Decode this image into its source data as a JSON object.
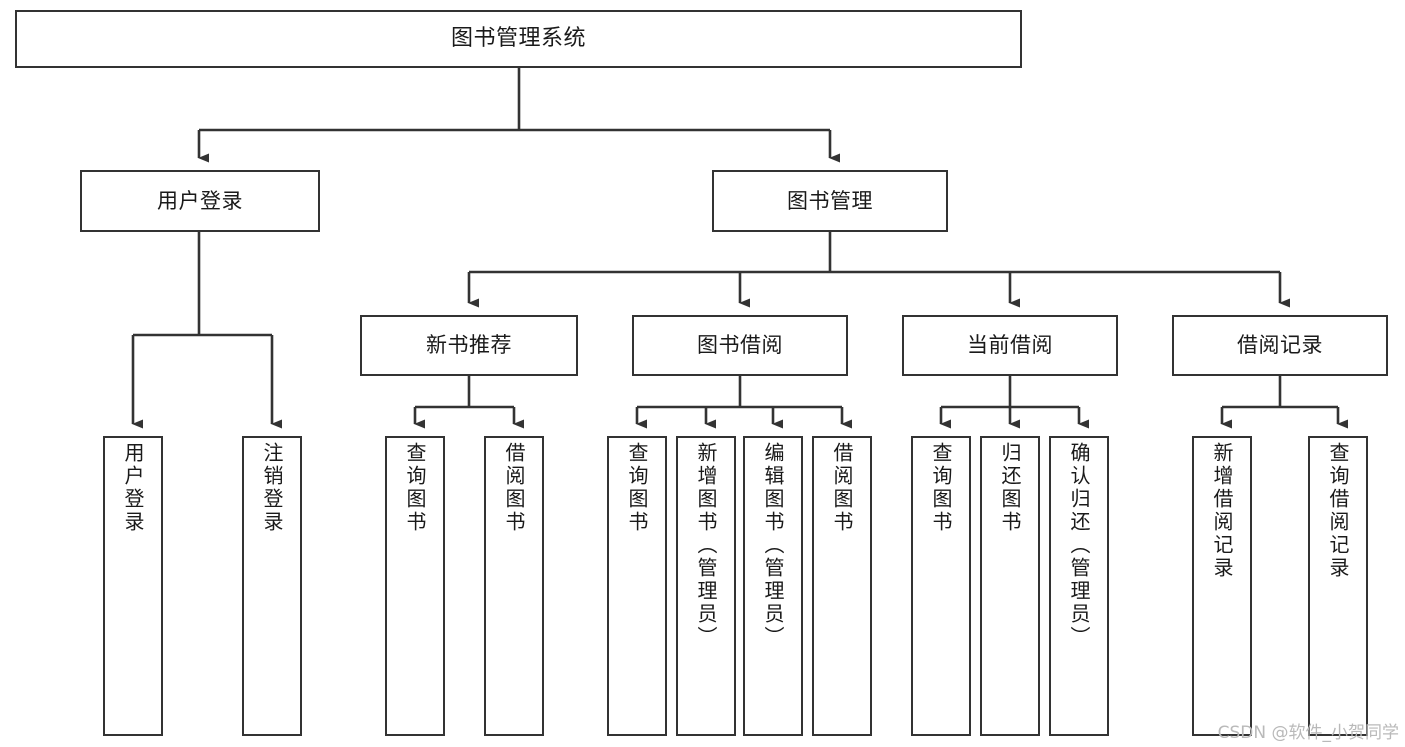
{
  "diagram": {
    "title": "图书管理系统",
    "type": "tree",
    "watermark": "CSDN @软件_小贺同学",
    "colors": {
      "box_border": "#333333",
      "box_fill": "#ffffff",
      "edge": "#333333",
      "text": "#1a1a1a",
      "watermark": "#b9b9b9",
      "background": "#ffffff"
    },
    "nodes": {
      "root": {
        "label": "图书管理系统"
      },
      "level1": [
        {
          "label": "用户登录"
        },
        {
          "label": "图书管理"
        }
      ],
      "level2": [
        {
          "label": "新书推荐"
        },
        {
          "label": "图书借阅"
        },
        {
          "label": "当前借阅"
        },
        {
          "label": "借阅记录"
        }
      ],
      "user_login_children": [
        {
          "label": "用户登录"
        },
        {
          "label": "注销登录"
        }
      ],
      "new_book_children": [
        {
          "label": "查询图书"
        },
        {
          "label": "借阅图书"
        }
      ],
      "book_borrow_children": [
        {
          "label": "查询图书"
        },
        {
          "label": "新增图书（管理员）"
        },
        {
          "label": "编辑图书（管理员）"
        },
        {
          "label": "借阅图书"
        }
      ],
      "current_borrow_children": [
        {
          "label": "查询图书"
        },
        {
          "label": "归还图书"
        },
        {
          "label": "确认归还（管理员）"
        }
      ],
      "borrow_record_children": [
        {
          "label": "新增借阅记录"
        },
        {
          "label": "查询借阅记录"
        }
      ]
    }
  }
}
